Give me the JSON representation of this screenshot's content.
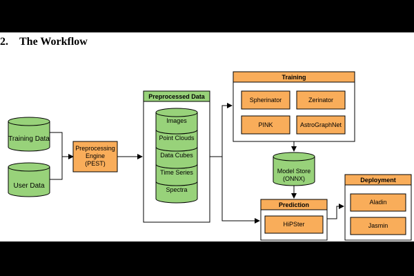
{
  "section": {
    "number": "2.",
    "title": "The Workflow"
  },
  "colors": {
    "green_fill": "#98d27a",
    "orange_fill": "#f9ad5a",
    "stroke": "#000000",
    "background": "#ffffff"
  },
  "sources": {
    "training_data": "Training Data",
    "user_data": "User Data"
  },
  "preprocessing": {
    "line1": "Preprocessing",
    "line2": "Engine",
    "line3": "(PEST)"
  },
  "preprocessed": {
    "title": "Preprocessed Data",
    "items": [
      "Images",
      "Point Clouds",
      "Data Cubes",
      "Time Series",
      "Spectra"
    ]
  },
  "training": {
    "title": "Training",
    "items": [
      "Spherinator",
      "Zerinator",
      "PINK",
      "AstroGraphNet"
    ]
  },
  "model_store": {
    "line1": "Model Store",
    "line2": "(ONNX)"
  },
  "prediction": {
    "title": "Prediction",
    "item": "HiPSter"
  },
  "deployment": {
    "title": "Deployment",
    "items": [
      "Aladin",
      "Jasmin"
    ]
  }
}
